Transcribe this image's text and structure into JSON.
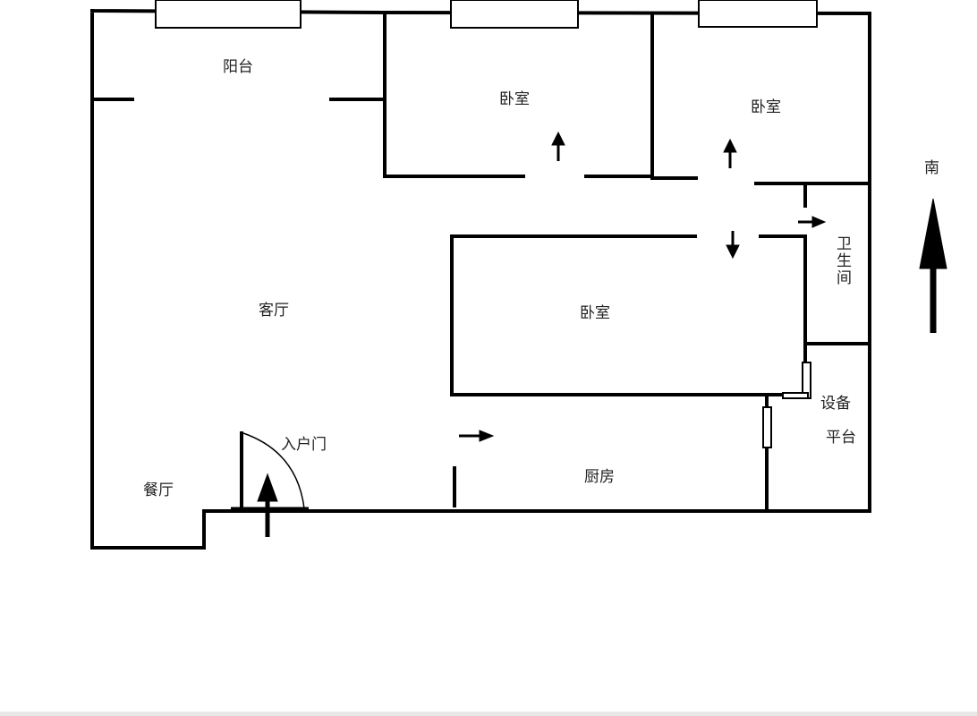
{
  "title": "户型图",
  "rooms": {
    "balcony": "阳台",
    "bedroom_1": "卧室",
    "bedroom_2": "卧室",
    "bedroom_3": "卧室",
    "living_room": "客厅",
    "dining_room": "餐厅",
    "kitchen": "厨房",
    "bathroom": [
      "卫",
      "生",
      "间"
    ],
    "equipment_platform_line1": "设备",
    "equipment_platform_line2": "平台",
    "entrance_door": "入户门"
  },
  "compass": {
    "label": "南",
    "direction": "up"
  }
}
